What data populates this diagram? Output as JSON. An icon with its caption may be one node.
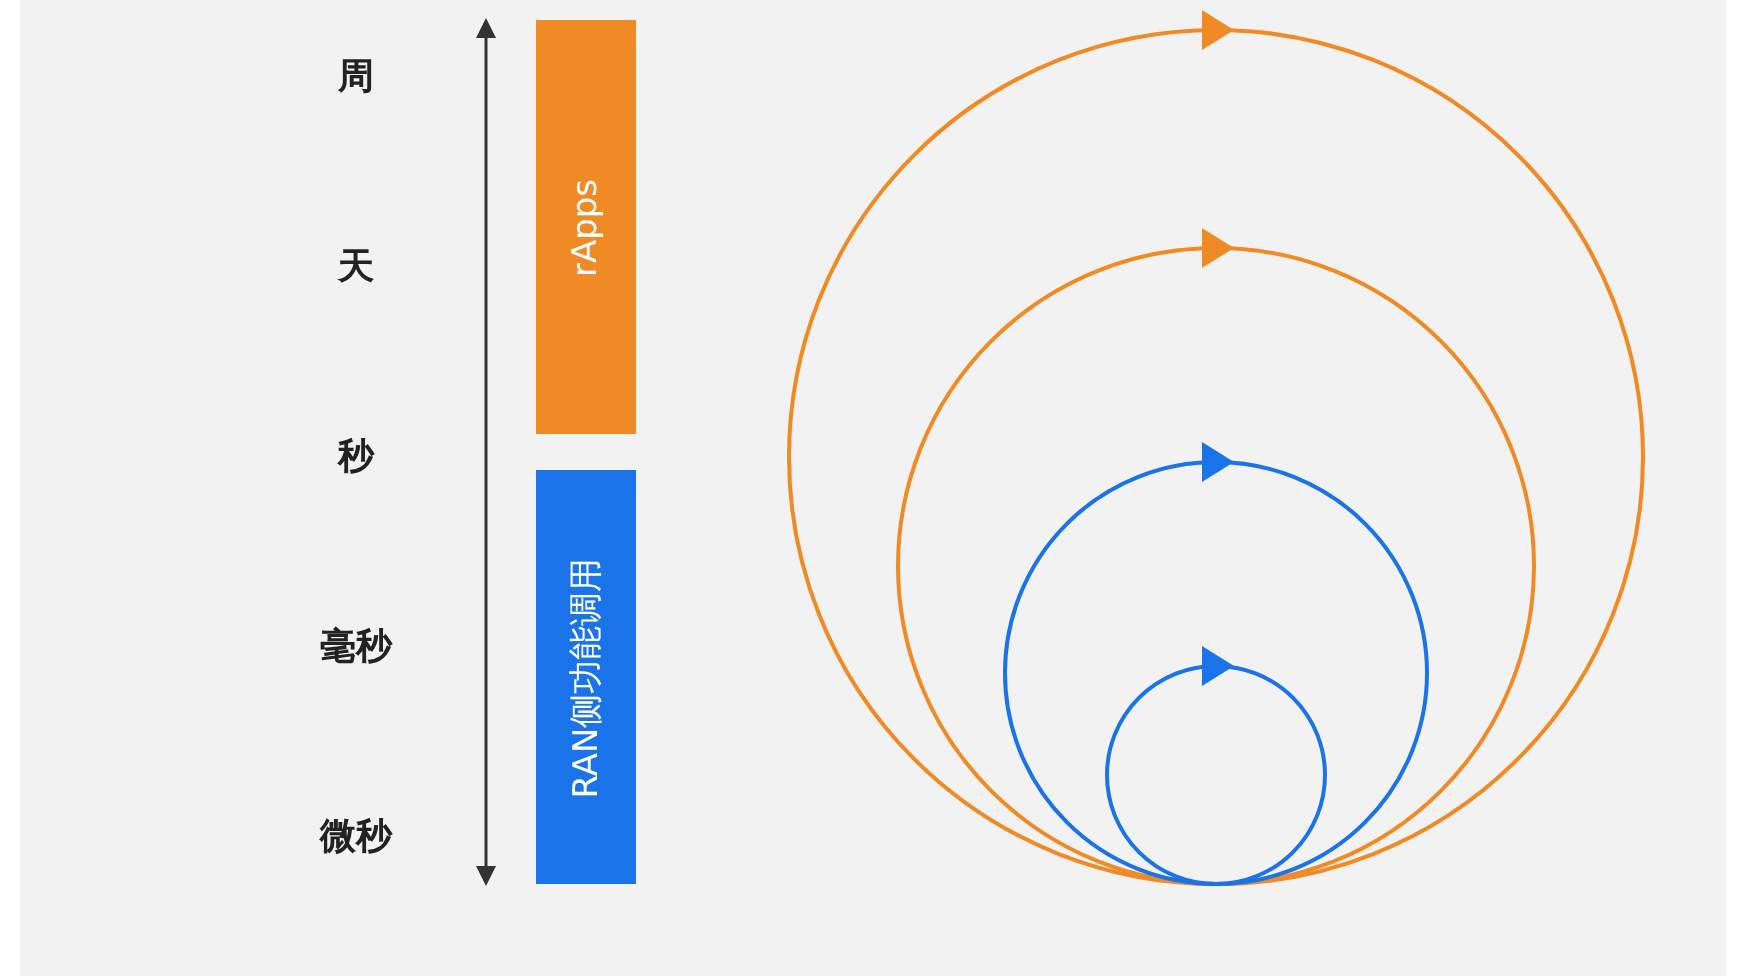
{
  "diagram": {
    "nodes": [
      {
        "text": [
          "rApps"
        ]
      },
      {
        "text": [
          "RAN侧功能调用"
        ]
      }
    ],
    "labels": [
      "周",
      "天",
      "秒",
      "毫秒",
      "微秒"
    ]
  }
}
